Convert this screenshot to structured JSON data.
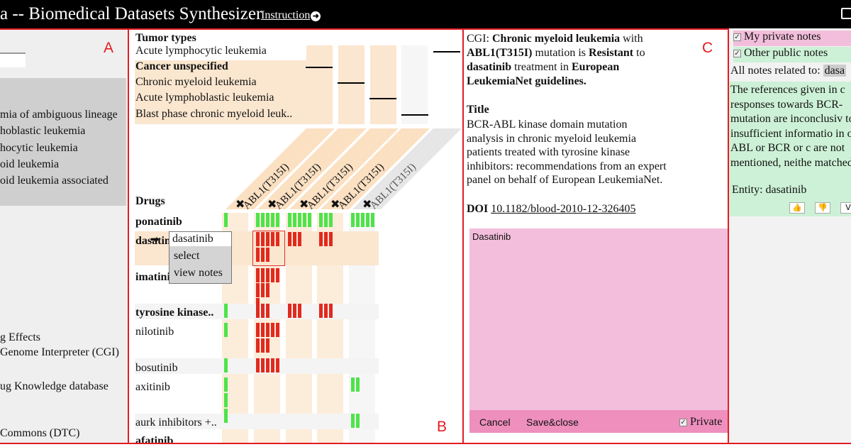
{
  "header": {
    "title": "a -- Biomedical Datasets Synthesizer",
    "instruction_label": "Instruction",
    "instruction_icon": "arrow-right-circle-icon",
    "external_icon": "external-link-icon"
  },
  "panel_a": {
    "letter": "A",
    "tumor_type_items": [
      "mia of ambiguous lineage",
      "hoblastic leukemia",
      "hocytic leukemia",
      "oid leukemia",
      "oid leukemia associated"
    ],
    "source_items": [
      "g Effects",
      "Genome Interpreter (CGI)",
      "ug Knowledge database",
      "Commons (DTC)"
    ]
  },
  "panel_b": {
    "letter": "B",
    "tumor_types_heading": "Tumor types",
    "tumor_types": [
      {
        "label": "Acute lymphocytic leukemia",
        "bold": false
      },
      {
        "label": "Cancer unspecified",
        "bold": true
      },
      {
        "label": "Chronic myeloid leukemia",
        "bold": false
      },
      {
        "label": "Acute lymphoblastic leukemia",
        "bold": false
      },
      {
        "label": "Blast phase chronic myeloid leuk..",
        "bold": false
      }
    ],
    "mutation_columns": [
      "ABL1(T315I)",
      "ABL1(T315I)",
      "ABL1(T315I)",
      "ABL1(T315I)",
      "ABL1(T315I)"
    ],
    "column_marker_icon": "x-mark-icon",
    "drugs_heading": "Drugs",
    "drugs": [
      {
        "label": "ponatinib",
        "bold": true
      },
      {
        "label": "dasatinib",
        "bold": true
      },
      {
        "label": "imatinib",
        "bold": true
      },
      {
        "label": "tyrosine kinase..",
        "bold": true
      },
      {
        "label": "nilotinib",
        "bold": false
      },
      {
        "label": "bosutinib",
        "bold": false
      },
      {
        "label": "axitinib",
        "bold": false
      },
      {
        "label": "aurk inhibitors +..",
        "bold": false
      },
      {
        "label": "afatinib",
        "bold": true
      }
    ],
    "context_menu": {
      "title": "dasatinib",
      "items": [
        "select",
        "view notes"
      ],
      "pointer_icon": "arrow-right-icon"
    },
    "colors": {
      "sensitive": "#4ee34a",
      "resistant": "#e12a1e",
      "highlight": "#fbe6cf"
    }
  },
  "panel_c": {
    "letter": "C",
    "summary": {
      "source": "CGI:",
      "tumor": "Chronic myeloid leukemia",
      "with": "with",
      "mutation": "ABL1(T315I)",
      "mutation_is": "mutation is",
      "response": "Resistant",
      "to": "to",
      "drug": "dasatinib",
      "treatment_in": "treatment in",
      "guideline": "European LeukemiaNet guidelines."
    },
    "title_heading": "Title",
    "title_text": "BCR-ABL kinase domain mutation analysis in chronic myeloid leukemia patients treated with tyrosine kinase inhibitors: recommendations from an expert panel on behalf of European LeukemiaNet.",
    "doi_label": "DOI",
    "doi_value": "10.1182/blood-2010-12-326405",
    "note_editor": {
      "text": "Dasatinib",
      "cancel_label": "Cancel",
      "save_label": "Save&close",
      "private_label": "Private"
    }
  },
  "panel_d": {
    "private_notes_label": "My private notes",
    "public_notes_label": "Other public notes",
    "related_label": "All notes related to:",
    "related_entity": "dasa",
    "note_text": "The references given in c responses towards BCR- mutation are inconclusiv to insufficient informatio in only ABL or BCR or c are not mentioned, neithe matched.",
    "note_entity": "Entity: dasatinib",
    "vote_icons": [
      "thumbs-up-icon",
      "thumbs-down-icon",
      "more-icon"
    ],
    "vote_glyphs": [
      "👍",
      "👎",
      "V"
    ]
  }
}
